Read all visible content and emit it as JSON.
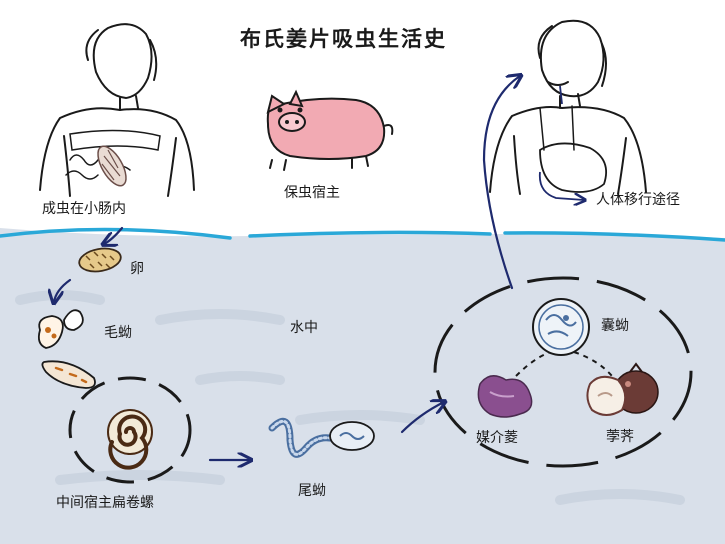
{
  "title": "布氏姜片吸虫生活史",
  "labels": {
    "adult": "成虫在小肠内",
    "reservoir_host": "保虫宿主",
    "human_route": "人体移行途径",
    "egg": "卵",
    "miracidium": "毛蚴",
    "water": "水中",
    "snail_host": "中间宿主扁卷螺",
    "cercaria": "尾蚴",
    "metacercaria": "囊蚴",
    "vector_plant": "媒介菱",
    "water_chestnut": "荸荠"
  },
  "colors": {
    "water_line": "#2aa8d8",
    "water_bg": "#d8e0ea",
    "arrow": "#1e2a6e",
    "pig": "#f2aab3",
    "ink": "#1a1a1a",
    "plant_purple": "#8a4f8f",
    "chestnut": "#6b3b36"
  }
}
